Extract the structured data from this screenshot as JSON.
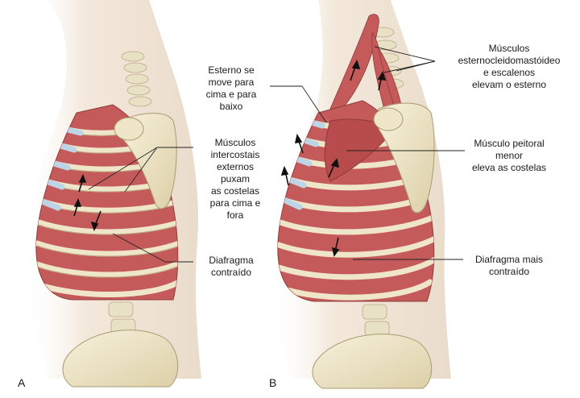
{
  "panels": {
    "a": {
      "letter": "A"
    },
    "b": {
      "letter": "B"
    }
  },
  "labels": {
    "esterno": "Esterno se\nmove para\ncima e para\nbaixo",
    "intercostais": "Músculos\nintercostais\nexternos\npuxam\nas costelas\npara cima e\nfora",
    "diafragma_a": "Diafragma\ncontraído",
    "escalenos": "Músculos\nesternocleidomastóideo\ne escalenos\nelevam o esterno",
    "peitoral": "Músculo peitoral\nmenor\neleva as costelas",
    "diafragma_b": "Diafragma mais\ncontraído"
  },
  "colors": {
    "skin": "#f2e6d8",
    "muscle": "#c45a5a",
    "muscle_dark": "#a94444",
    "bone": "#efe6c9",
    "bone_edge": "#b9ab82",
    "cartilage": "#bcd4e6"
  }
}
